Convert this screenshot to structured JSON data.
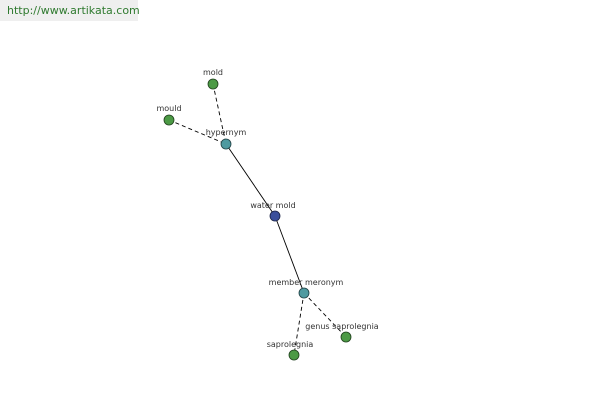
{
  "header": {
    "url": "http://www.artikata.com"
  },
  "graph": {
    "colors": {
      "center": "#3b4f9b",
      "relation": "#4f9aa0",
      "word": "#4c9a45",
      "edge": "#000000",
      "banner_text": "#2f7a2f",
      "banner_bg": "#efefef"
    },
    "nodes": {
      "water_mold": "water mold",
      "hypernym": "hypernym",
      "member_meronym": "member meronym",
      "mold": "mold",
      "mould": "mould",
      "saprolegnia": "saprolegnia",
      "genus_saprolegnia": "genus saprolegnia"
    }
  }
}
